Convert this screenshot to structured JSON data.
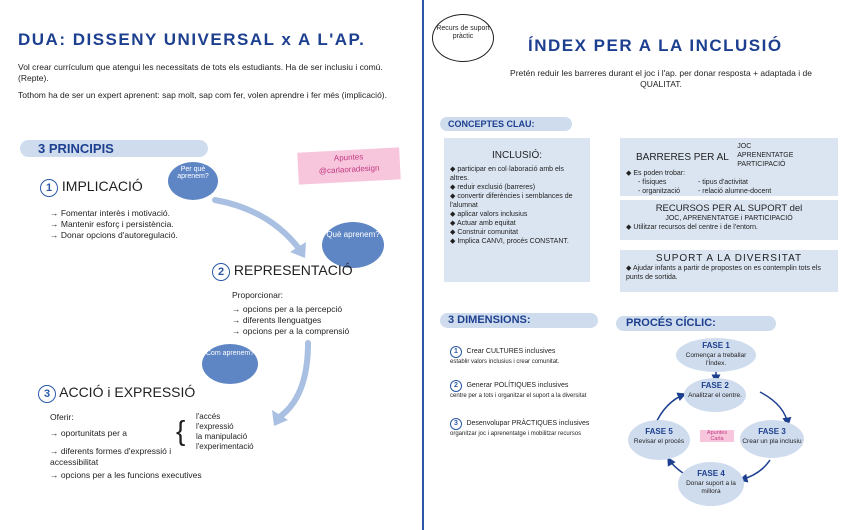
{
  "left": {
    "title": "DUA: DISSENY UNIVERSAL x A L'AP.",
    "intro1": "Vol crear currículum que atengui les necessitats de tots els estudiants. Ha de ser inclusiu i comú. (Repte).",
    "intro2": "Tothom ha de ser un expert aprenent: sap molt, sap com fer, volen aprendre i fer més (implicació).",
    "principles_title": "3 PRINCIPIS",
    "handle_label": "Apuntes",
    "handle_name": "@carlaoradesign",
    "p1": {
      "num": "1",
      "title": "IMPLICACIÓ",
      "bubble": "Per què aprenem?",
      "items": [
        "→ Fomentar interès i motivació.",
        "→ Mantenir esforç i persistència.",
        "→ Donar opcions d'autoregulació."
      ]
    },
    "p2": {
      "num": "2",
      "title": "REPRESENTACIÓ",
      "bubble": "Què aprenem?",
      "lead": "Proporcionar:",
      "items": [
        "→ opcions per a la percepció",
        "→ diferents llenguatges",
        "→ opcions per a la comprensió"
      ]
    },
    "p3": {
      "num": "3",
      "title": "ACCIÓ i EXPRESSIÓ",
      "bubble": "Com aprenem?",
      "lead": "Oferir:",
      "items": [
        "→ oportunitats per a",
        "→ diferents formes d'expressió i accessibilitat",
        "→ opcions per a les funcions executives"
      ],
      "access": [
        "l'accés",
        "l'expressió",
        "la manipulació",
        "l'experimentació"
      ]
    }
  },
  "right": {
    "badge": "Recurs de suport pràctic",
    "title": "ÍNDEX PER A LA INCLUSIÓ",
    "subtitle": "Pretén reduir les barreres durant el joc i l'ap. per donar resposta + adaptada i de QUALITAT.",
    "key_concepts": "CONCEPTES CLAU:",
    "inclusion_box": {
      "title": "INCLUSIÓ:",
      "items": [
        "◆ participar en col·laboració amb els altres.",
        "◆ reduir exclusió (barreres)",
        "◆ convertir diferències i semblances de l'alumnat",
        "◆ aplicar valors inclusius",
        "◆ Actuar amb equitat",
        "◆ Construir comunitat",
        "◆ Implica CANVI, procés CONSTANT."
      ]
    },
    "barriers": {
      "title": "BARRERES PER AL",
      "side": "JOC APRENENTATGE PARTICIPACIÓ",
      "lead": "◆ Es poden trobar:",
      "left_items": [
        "- físiques",
        "- organització"
      ],
      "right_items": [
        "- tipus d'activitat",
        "- relació alumne-docent"
      ]
    },
    "resources": {
      "title": "RECURSOS PER AL SUPORT del",
      "sub": "JOC, APRENENTATGE i PARTICIPACIÓ",
      "item": "◆ Utilitzar recursos del centre i de l'entorn."
    },
    "support": {
      "title": "SUPORT A LA DIVERSITAT",
      "item": "◆ Ajudar infants a partir de propostes on es contemplin tots els punts de sortida."
    },
    "dimensions_title": "3 DIMENSIONS:",
    "dimensions": [
      {
        "num": "1",
        "text": "Crear CULTURES inclusives",
        "sub": "establir valors inclusius i crear comunitat."
      },
      {
        "num": "2",
        "text": "Generar POLÍTIQUES inclusives",
        "sub": "centre per a tots i organitzar el suport a la diversitat"
      },
      {
        "num": "3",
        "text": "Desenvolupar PRÀCTIQUES inclusives",
        "sub": "organitzar joc i aprenentatge i mobilitzar recursos"
      }
    ],
    "cycle_title": "PROCÉS CÍCLIC:",
    "phases": [
      {
        "label": "FASE 1",
        "text": "Començar a treballar l'Índex."
      },
      {
        "label": "FASE 2",
        "text": "Analitzar el centre."
      },
      {
        "label": "FASE 3",
        "text": "Crear un pla inclusiu"
      },
      {
        "label": "FASE 4",
        "text": "Donar suport a la millora"
      },
      {
        "label": "FASE 5",
        "text": "Revisar el procés"
      }
    ],
    "cycle_center": "Apuntes Carla"
  }
}
